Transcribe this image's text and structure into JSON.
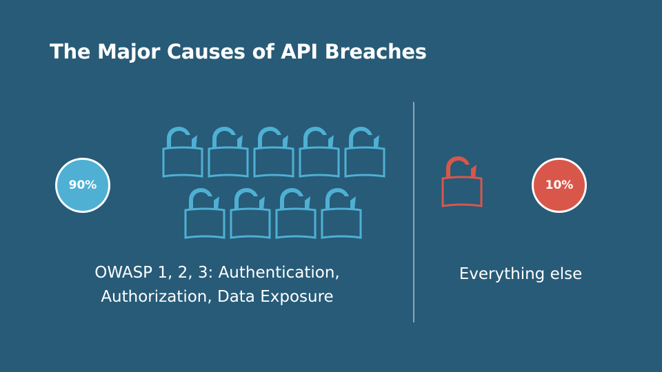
{
  "title": "The Major Causes of API Breaches",
  "left": {
    "percent": "90%",
    "caption_line1": "OWASP 1, 2, 3: Authentication,",
    "caption_line2": "Authorization, Data Exposure",
    "lock_count": 9,
    "color": "#4fb0d4"
  },
  "right": {
    "percent": "10%",
    "caption": "Everything else",
    "lock_count": 1,
    "color": "#d9574a"
  }
}
